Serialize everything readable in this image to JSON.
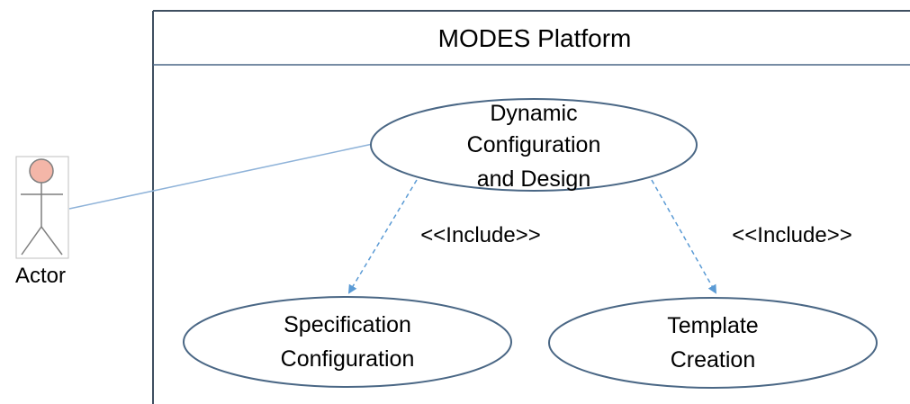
{
  "system": {
    "title": "MODES Platform"
  },
  "actor": {
    "label": "Actor",
    "icon": "stick-figure-icon",
    "head_color": "#f4b6a8"
  },
  "use_cases": [
    {
      "id": "dynamic",
      "lines": [
        "Dynamic",
        "Configuration",
        "and Design"
      ]
    },
    {
      "id": "spec",
      "lines": [
        "Specification",
        "Configuration"
      ]
    },
    {
      "id": "template",
      "lines": [
        "Template",
        "Creation"
      ]
    }
  ],
  "relations": [
    {
      "from": "dynamic",
      "to": "spec",
      "label": "<<Include>>",
      "style": "dashed-arrow"
    },
    {
      "from": "dynamic",
      "to": "template",
      "label": "<<Include>>",
      "style": "dashed-arrow"
    },
    {
      "from": "actor",
      "to": "dynamic",
      "label": "",
      "style": "association"
    }
  ],
  "colors": {
    "frame": "#3f4f60",
    "ellipse_stroke": "#4a6785",
    "association": "#8fb3d9",
    "include_arrow": "#5b9bd5",
    "actor_stroke": "#7f7f7f"
  }
}
